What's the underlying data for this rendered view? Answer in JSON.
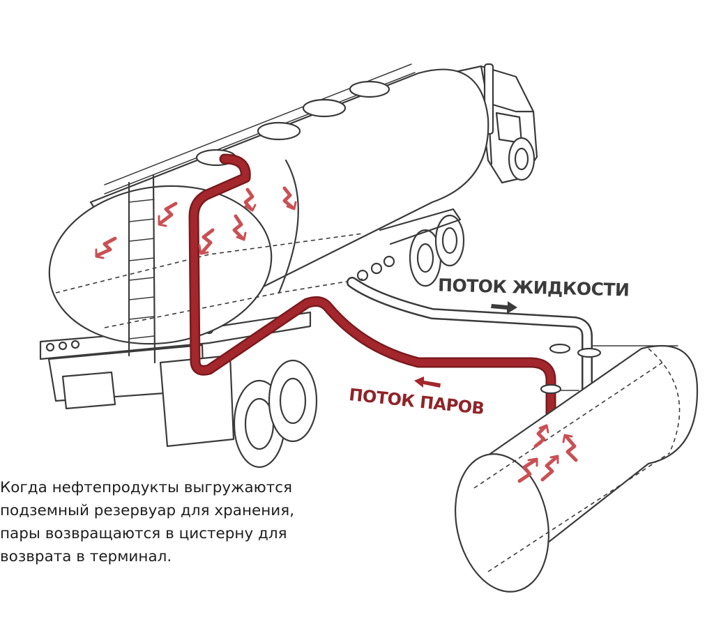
{
  "labels": {
    "liquid_flow": "ПОТОК ЖИДКОСТИ",
    "vapor_flow": "ПОТОК ПАРОВ"
  },
  "caption": {
    "lines": [
      "Когда нефтепродукты выгружаются",
      "подземный резервуар для хранения,",
      "пары возвращаются в цистерну для",
      "возврата в терминал."
    ]
  },
  "colors": {
    "vapor": "#a3272c",
    "vapor_light": "#c95055",
    "line": "#3a3a3a",
    "label_dark": "#3b3b3b",
    "label_red": "#8f2428"
  }
}
